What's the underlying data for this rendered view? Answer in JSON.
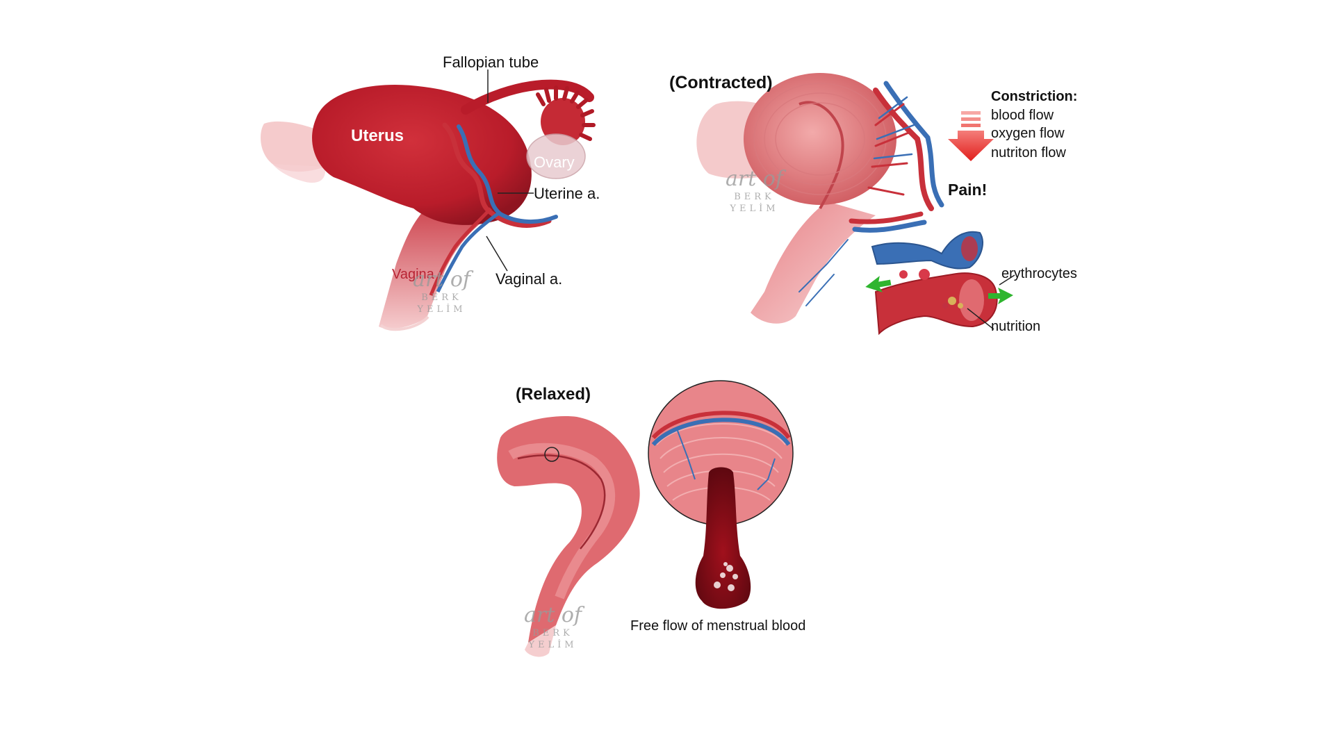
{
  "figure": {
    "labels": {
      "fallopian_tube": "Fallopian tube",
      "uterus": "Uterus",
      "ovary": "Ovary",
      "uterine_a": "Uterine a.",
      "vagina": "Vagina",
      "vaginal_a": "Vaginal a.",
      "contracted": "(Contracted)",
      "constriction": "Constriction:",
      "blood_flow": "blood flow",
      "oxygen_flow": "oxygen flow",
      "nutrition_flow": "nutriton flow",
      "pain": "Pain!",
      "erythrocytes": "erythrocytes",
      "nutrition": "nutrition",
      "relaxed": "(Relaxed)",
      "free_flow": "Free flow of menstrual blood"
    },
    "watermark": {
      "line1": "art of",
      "line2": "BERK",
      "line3": "YELİM"
    },
    "colors": {
      "uterus": "#c4222e",
      "uterus_light": "#e9858b",
      "artery": "#c8303a",
      "vein": "#3a6fb5",
      "arrow_red": "#e52521",
      "arrow_green": "#2fb52f",
      "tissue_pink": "#e89090"
    }
  }
}
